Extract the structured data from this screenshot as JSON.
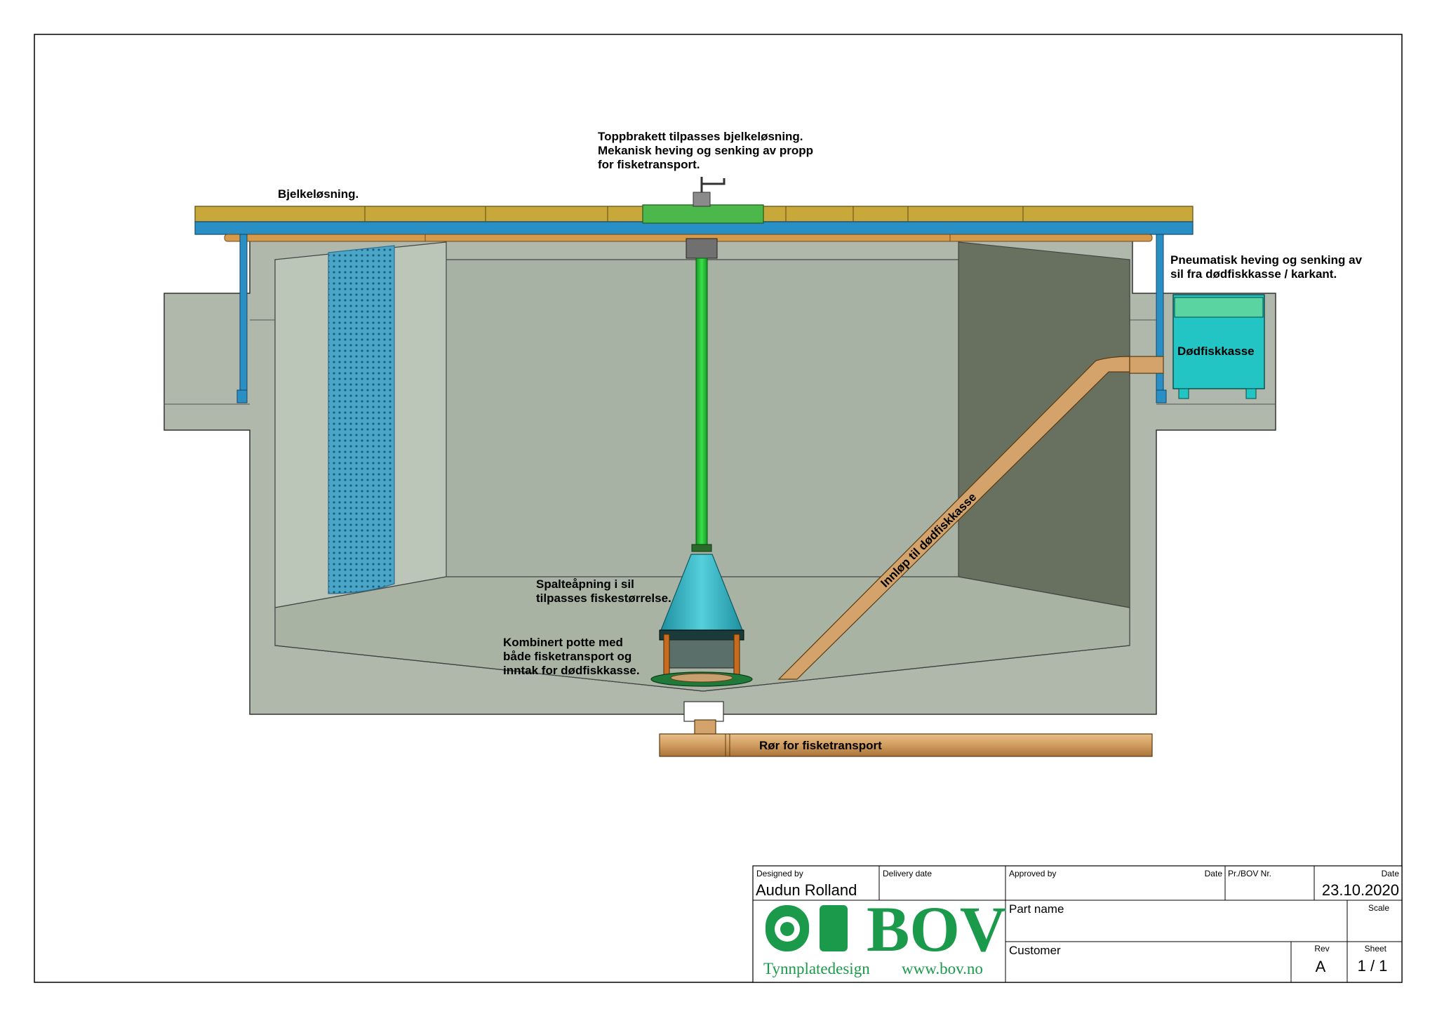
{
  "annotations": {
    "top_bracket": [
      "Toppbrakett tilpasses bjelkeløsning.",
      "Mekanisk heving og senking av propp",
      "for fisketransport."
    ],
    "beam": "Bjelkeløsning.",
    "pneumatic": [
      "Pneumatisk heving og senking av",
      "sil fra dødfiskkasse / karkant."
    ],
    "dead_fish_box": "Dødfiskkasse",
    "inlet_pipe": "Innløp til dødfiskkasse",
    "slot_opening": [
      "Spalteåpning i sil",
      "tilpasses fiskestørrelse."
    ],
    "combined_pot": [
      "Kombinert potte med",
      "både fisketransport og",
      "inntak for dødfiskkasse."
    ],
    "transport_pipe": "Rør for fisketransport"
  },
  "title_block": {
    "designed_by_label": "Designed by",
    "designed_by": "Audun Rolland",
    "delivery_date_label": "Delivery date",
    "approved_by_label": "Approved by",
    "date_label": "Date",
    "pr_bov_label": "Pr./BOV Nr.",
    "date_label_2": "Date",
    "date_value": "23.10.2020",
    "part_name_label": "Part name",
    "scale_label": "Scale",
    "customer_label": "Customer",
    "rev_label": "Rev",
    "rev_value": "A",
    "sheet_label": "Sheet",
    "sheet_value": "1 / 1"
  },
  "logo": {
    "brand": "BOV",
    "tagline": "Tynnplatedesign",
    "website": "www.bov.no"
  },
  "colors": {
    "concrete": "#b0b8ab",
    "tank_back": "#a8b2a4",
    "tank_right_wall": "#687060",
    "beam_top": "#c8a83a",
    "beam_blue": "#2a8fc4",
    "pipe": "#d4a36b",
    "rod_green": "#2bc23a",
    "dead_fish_box": "#22c4c4",
    "screen_blue": "#3aa8c8",
    "logo_green": "#1a9a4a"
  }
}
